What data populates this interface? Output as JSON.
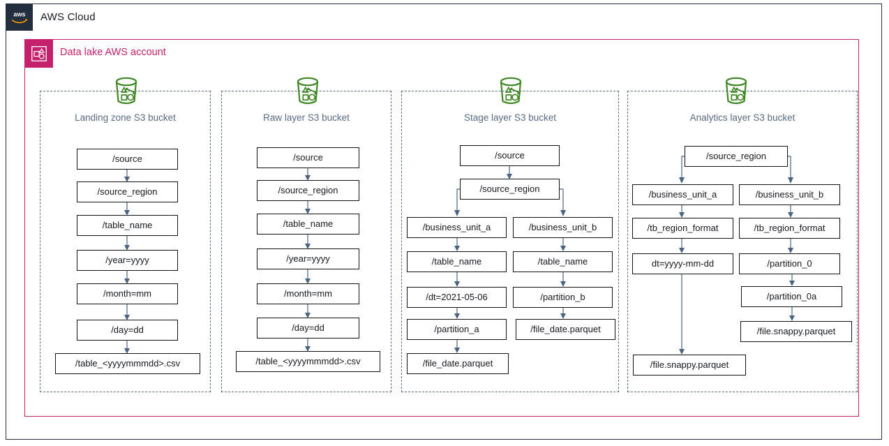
{
  "cloud": {
    "title": "AWS Cloud",
    "icon": "aws-logo-icon",
    "border_color": "#232f3e"
  },
  "account": {
    "title": "Data lake AWS account",
    "icon": "aws-account-icon",
    "border_color": "#c4206c"
  },
  "colors": {
    "accent_magenta": "#c4206c",
    "bucket_green": "#3f8624",
    "label_blue_gray": "#5a6b86",
    "connector": "#4a6382",
    "node_border": "#111111"
  },
  "buckets": [
    {
      "id": "landing-zone",
      "label": "Landing zone S3 bucket",
      "icon": "s3-bucket-icon",
      "nodes": [
        {
          "id": "n1",
          "label": "/source"
        },
        {
          "id": "n2",
          "label": "/source_region"
        },
        {
          "id": "n3",
          "label": "/table_name"
        },
        {
          "id": "n4",
          "label": "/year=yyyy"
        },
        {
          "id": "n5",
          "label": "/month=mm"
        },
        {
          "id": "n6",
          "label": "/day=dd"
        },
        {
          "id": "n7",
          "label": "/table_<yyyymmmdd>.csv"
        }
      ]
    },
    {
      "id": "raw-layer",
      "label": "Raw layer S3 bucket",
      "icon": "s3-bucket-icon",
      "nodes": [
        {
          "id": "n1",
          "label": "/source"
        },
        {
          "id": "n2",
          "label": "/source_region"
        },
        {
          "id": "n3",
          "label": "/table_name"
        },
        {
          "id": "n4",
          "label": "/year=yyyy"
        },
        {
          "id": "n5",
          "label": "/month=mm"
        },
        {
          "id": "n6",
          "label": "/day=dd"
        },
        {
          "id": "n7",
          "label": "/table_<yyyymmmdd>.csv"
        }
      ]
    },
    {
      "id": "stage-layer",
      "label": "Stage layer S3 bucket",
      "icon": "s3-bucket-icon",
      "nodes": [
        {
          "id": "n1",
          "label": "/source"
        },
        {
          "id": "n2",
          "label": "/source_region"
        },
        {
          "id": "a1",
          "label": "/business_unit_a"
        },
        {
          "id": "b1",
          "label": "/business_unit_b"
        },
        {
          "id": "a2",
          "label": "/table_name"
        },
        {
          "id": "b2",
          "label": "/table_name"
        },
        {
          "id": "a3",
          "label": "/dt=2021-05-06"
        },
        {
          "id": "b3",
          "label": "/partition_b"
        },
        {
          "id": "a4",
          "label": "/partition_a"
        },
        {
          "id": "b4",
          "label": "/file_date.parquet"
        },
        {
          "id": "a5",
          "label": "/file_date.parquet"
        }
      ]
    },
    {
      "id": "analytics-layer",
      "label": "Analytics layer S3 bucket",
      "icon": "s3-bucket-icon",
      "nodes": [
        {
          "id": "n1",
          "label": "/source_region"
        },
        {
          "id": "a1",
          "label": "/business_unit_a"
        },
        {
          "id": "b1",
          "label": "/business_unit_b"
        },
        {
          "id": "a2",
          "label": "/tb_region_format"
        },
        {
          "id": "b2",
          "label": "/tb_region_format"
        },
        {
          "id": "a3",
          "label": "dt=yyyy-mm-dd"
        },
        {
          "id": "b3",
          "label": "/partition_0"
        },
        {
          "id": "b4",
          "label": "/partition_0a"
        },
        {
          "id": "b5",
          "label": "/file.snappy.parquet"
        },
        {
          "id": "a4",
          "label": "/file.snappy.parquet"
        }
      ]
    }
  ]
}
